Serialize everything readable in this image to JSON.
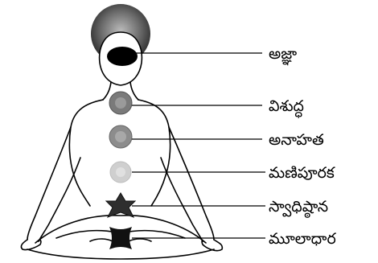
{
  "labels": {
    "ajna": "అజ్ఞా",
    "vishuddha": "విశుద్ధ",
    "anahata": "అనాహత",
    "manipura": "మణిపూరక",
    "svadhishthana": "స్వాధిష్ఠాన",
    "muladhara": "మూలాధార"
  },
  "colors": {
    "outline": "#000000",
    "crown_halo": "#4d4d4d",
    "third_eye": "#000000",
    "throat_chakra": "#7a7a7a",
    "heart_chakra": "#8c8c8c",
    "solar_chakra": "#c8c8c8",
    "sacral_chakra": "#2e2e2e",
    "root_chakra": "#111111"
  }
}
